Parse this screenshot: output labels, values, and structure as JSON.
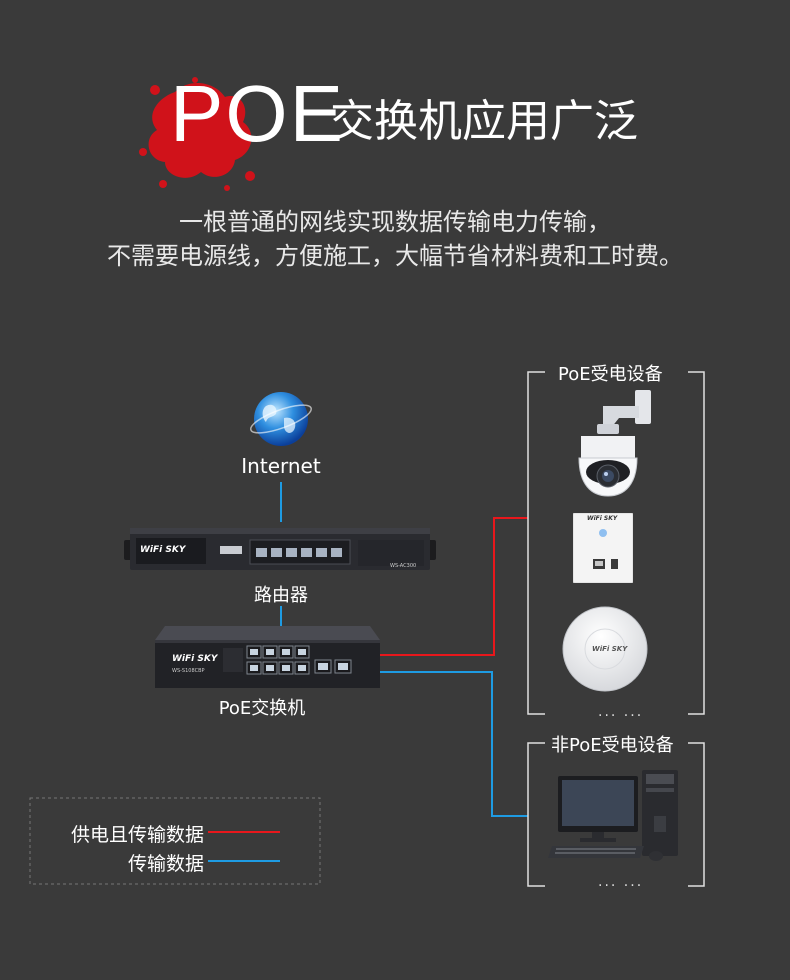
{
  "title": {
    "main": "POE",
    "rest": "交换机应用广泛"
  },
  "subtitle": {
    "line1": "一根普通的网线实现数据传输电力传输，",
    "line2": "不需要电源线，方便施工，大幅节省材料费和工时费。"
  },
  "nodes": {
    "internet": "Internet",
    "router": "路由器",
    "router_brand": "WiFi SKY",
    "router_model": "WS-AC300",
    "switch": "PoE交换机",
    "switch_brand": "WiFi SKY",
    "switch_model": "WS-S108CBP"
  },
  "groups": {
    "poe": {
      "title": "PoE受电设备",
      "ellipsis": "... ...",
      "panel_brand": "WiFi SKY",
      "ap_brand": "WiFi SKY"
    },
    "non_poe": {
      "title": "非PoE受电设备",
      "ellipsis": "... ..."
    }
  },
  "legend": {
    "power_data": "供电且传输数据",
    "data_only": "传输数据"
  },
  "colors": {
    "power_data": "#e8171c",
    "data_only": "#1e9be3",
    "background": "#3a3a3a",
    "bracket": "#e0e0e0"
  }
}
